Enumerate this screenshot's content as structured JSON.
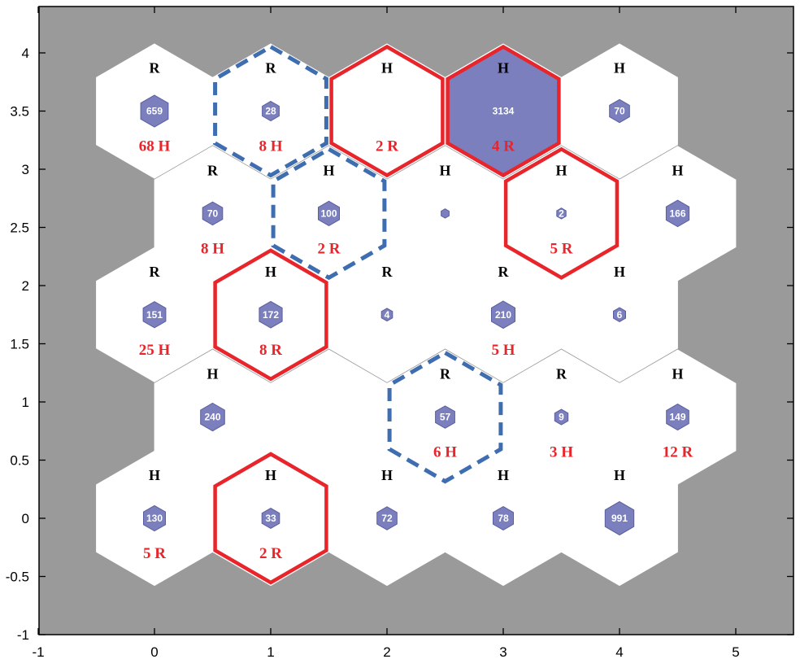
{
  "chart_data": {
    "type": "hexbin-map",
    "title": "",
    "xlabel": "",
    "ylabel": "",
    "xlim": [
      -1,
      5.5
    ],
    "ylim": [
      -1,
      4.4
    ],
    "xticks": [
      "-1",
      "0",
      "1",
      "2",
      "3",
      "4",
      "5"
    ],
    "yticks": [
      "-1",
      "-0.5",
      "0",
      "0.5",
      "1",
      "1.5",
      "2",
      "2.5",
      "3",
      "3.5",
      "4"
    ],
    "colors": {
      "background": "#9a9a9a",
      "map": "#ffffff",
      "count_hex_fill": "#7b7fbd",
      "count_hex_stroke": "#5a5e9e",
      "bottom_label": "#e8252b",
      "top_label": "#000000",
      "red_outline": "#e8252b",
      "blue_dashed_outline": "#3e6db0"
    },
    "cells": [
      {
        "x": 0,
        "y": 3.5,
        "top": "R",
        "count": "659",
        "count_value": 659,
        "bottom": "68 H",
        "outline": "none"
      },
      {
        "x": 1,
        "y": 3.5,
        "top": "R",
        "count": "28",
        "count_value": 28,
        "bottom": "8 H",
        "outline": "blue-dashed"
      },
      {
        "x": 2,
        "y": 3.5,
        "top": "H",
        "count": "0",
        "count_value": 0,
        "bottom": "2 R",
        "outline": "red"
      },
      {
        "x": 3,
        "y": 3.5,
        "top": "H",
        "count": "3134",
        "count_value": 3134,
        "bottom": "4 R",
        "outline": "red"
      },
      {
        "x": 4,
        "y": 3.5,
        "top": "H",
        "count": "70",
        "count_value": 70,
        "bottom": "",
        "outline": "none"
      },
      {
        "x": 0.5,
        "y": 2.62,
        "top": "R",
        "count": "70",
        "count_value": 70,
        "bottom": "8 H",
        "outline": "none"
      },
      {
        "x": 1.5,
        "y": 2.62,
        "top": "H",
        "count": "100",
        "count_value": 100,
        "bottom": "2 R",
        "outline": "blue-dashed"
      },
      {
        "x": 2.5,
        "y": 2.62,
        "top": "H",
        "count": "",
        "count_value": 1,
        "bottom": "",
        "outline": "none"
      },
      {
        "x": 3.5,
        "y": 2.62,
        "top": "H",
        "count": "2",
        "count_value": 2,
        "bottom": "5 R",
        "outline": "red"
      },
      {
        "x": 4.5,
        "y": 2.62,
        "top": "H",
        "count": "166",
        "count_value": 166,
        "bottom": "",
        "outline": "none"
      },
      {
        "x": 0,
        "y": 1.75,
        "top": "R",
        "count": "151",
        "count_value": 151,
        "bottom": "25 H",
        "outline": "none"
      },
      {
        "x": 1,
        "y": 1.75,
        "top": "H",
        "count": "172",
        "count_value": 172,
        "bottom": "8 R",
        "outline": "red"
      },
      {
        "x": 2,
        "y": 1.75,
        "top": "R",
        "count": "4",
        "count_value": 4,
        "bottom": "",
        "outline": "none"
      },
      {
        "x": 3,
        "y": 1.75,
        "top": "R",
        "count": "210",
        "count_value": 210,
        "bottom": "5 H",
        "outline": "none"
      },
      {
        "x": 4,
        "y": 1.75,
        "top": "H",
        "count": "6",
        "count_value": 6,
        "bottom": "",
        "outline": "none"
      },
      {
        "x": 0.5,
        "y": 0.87,
        "top": "H",
        "count": "240",
        "count_value": 240,
        "bottom": "",
        "outline": "none"
      },
      {
        "x": 1.5,
        "y": 0.87,
        "top": "",
        "count": "",
        "count_value": 0,
        "bottom": "",
        "outline": "none"
      },
      {
        "x": 2.5,
        "y": 0.87,
        "top": "R",
        "count": "57",
        "count_value": 57,
        "bottom": "6 H",
        "outline": "blue-dashed"
      },
      {
        "x": 3.5,
        "y": 0.87,
        "top": "R",
        "count": "9",
        "count_value": 9,
        "bottom": "3 H",
        "outline": "none"
      },
      {
        "x": 4.5,
        "y": 0.87,
        "top": "H",
        "count": "149",
        "count_value": 149,
        "bottom": "12 R",
        "outline": "none"
      },
      {
        "x": 0,
        "y": 0,
        "top": "H",
        "count": "130",
        "count_value": 130,
        "bottom": "5 R",
        "outline": "none"
      },
      {
        "x": 1,
        "y": 0,
        "top": "H",
        "count": "33",
        "count_value": 33,
        "bottom": "2 R",
        "outline": "red"
      },
      {
        "x": 2,
        "y": 0,
        "top": "H",
        "count": "72",
        "count_value": 72,
        "bottom": "",
        "outline": "none"
      },
      {
        "x": 3,
        "y": 0,
        "top": "H",
        "count": "78",
        "count_value": 78,
        "bottom": "",
        "outline": "none"
      },
      {
        "x": 4,
        "y": 0,
        "top": "H",
        "count": "991",
        "count_value": 991,
        "bottom": "",
        "outline": "none"
      }
    ]
  }
}
